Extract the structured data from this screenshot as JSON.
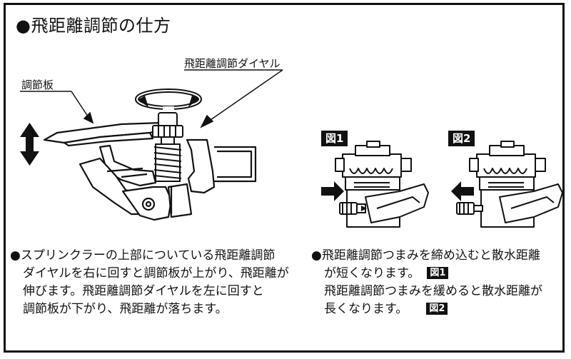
{
  "title": "●飛距離調節の仕方",
  "callouts": {
    "dial": "飛距離調節ダイヤル",
    "plate": "調節板"
  },
  "figures": {
    "fig1": "図1",
    "fig2": "図2"
  },
  "left_text": {
    "line1": "●スプリンクラーの上部についている飛距離調節",
    "line2": "ダイヤルを右に回すと調節板が上がり、飛距離が",
    "line3": "伸びます。飛距離調節ダイヤルを左に回すと",
    "line4": "調節板が下がり、飛距離が落ちます。"
  },
  "right_text": {
    "line1": "●飛距離調節つまみを締め込むと散水距離",
    "line2": "が短くなります。",
    "line2_badge": "図1",
    "line3": "飛距離調節つまみを緩めると散水距離が",
    "line4": "長くなります。",
    "line4_badge": "図2"
  }
}
